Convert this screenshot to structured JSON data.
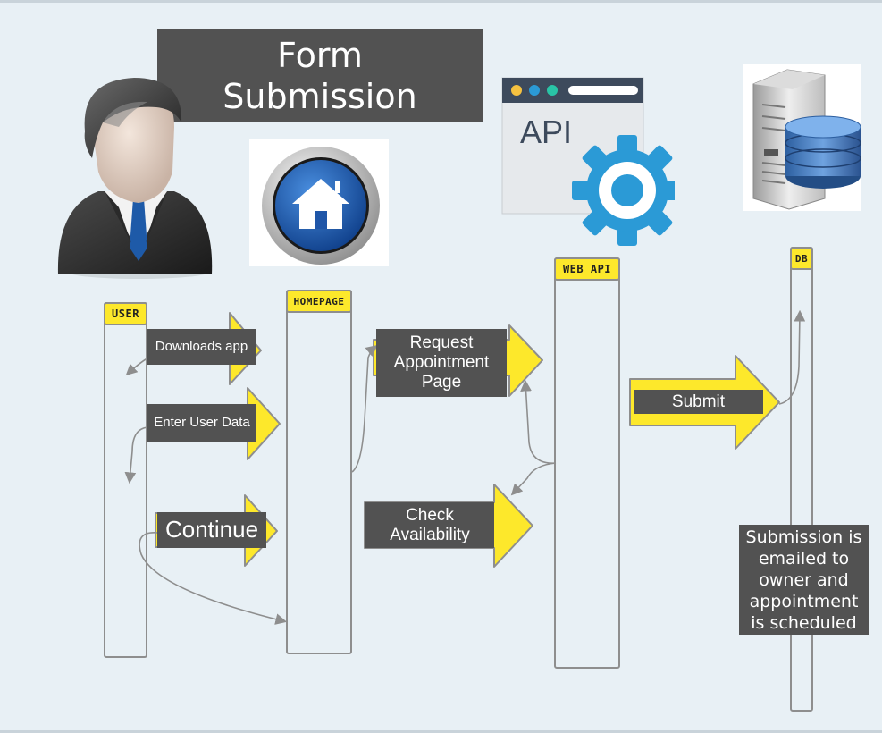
{
  "title": {
    "line1": "Form",
    "line2": "Submission"
  },
  "lifelines": {
    "user": "USER",
    "homepage": "HOMEPAGE",
    "webapi": "WEB API",
    "db": "DB"
  },
  "messages": {
    "downloads_app": "Downloads app",
    "enter_user_data": "Enter User Data",
    "continue": "Continue",
    "request_appointment": "Request Appointment Page",
    "check_availability": "Check Availability",
    "submit": "Submit"
  },
  "note": "Submission is emailed to owner and appointment is scheduled",
  "icons": {
    "api_label": "API",
    "user_icon": "user-icon",
    "home_icon": "home-icon",
    "api_icon": "api-gear-icon",
    "db_icon": "database-server-icon"
  },
  "colors": {
    "background": "#e8f0f5",
    "arrow_yellow": "#fde82b",
    "label_gray": "#525252",
    "api_blue": "#2b9ad6"
  }
}
